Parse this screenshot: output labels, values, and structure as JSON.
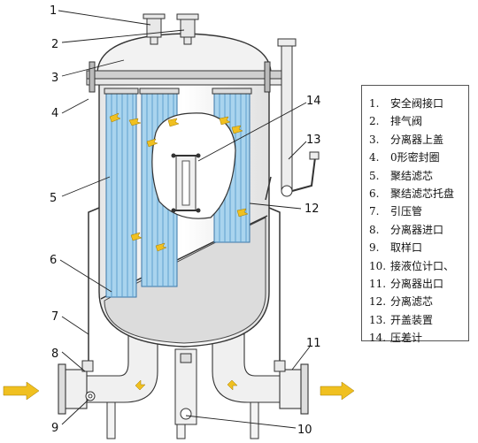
{
  "callouts": [
    "1",
    "2",
    "3",
    "4",
    "5",
    "6",
    "7",
    "8",
    "9",
    "10",
    "11",
    "12",
    "13",
    "14"
  ],
  "legend": [
    {
      "num": "1.",
      "label": "安全阀接口"
    },
    {
      "num": "2.",
      "label": "排气阀"
    },
    {
      "num": "3.",
      "label": "分离器上盖"
    },
    {
      "num": "4.",
      "label": "0形密封圈"
    },
    {
      "num": "5.",
      "label": "聚结滤芯"
    },
    {
      "num": "6.",
      "label": "聚结滤芯托盘"
    },
    {
      "num": "7.",
      "label": "引压管"
    },
    {
      "num": "8.",
      "label": "分离器进口"
    },
    {
      "num": "9.",
      "label": "取样口"
    },
    {
      "num": "10.",
      "label": "接液位计口、"
    },
    {
      "num": "11.",
      "label": "分离器出口"
    },
    {
      "num": "12.",
      "label": "分离滤芯"
    },
    {
      "num": "13.",
      "label": "开盖装置"
    },
    {
      "num": "14.",
      "label": "压差计"
    }
  ],
  "colors": {
    "filter_blue": "#a9d4ee",
    "filter_stripe": "#5f9fcd",
    "flow_arrow": "#f0c020",
    "outline": "#333333",
    "liquid_shade": "#dcdcdc"
  }
}
